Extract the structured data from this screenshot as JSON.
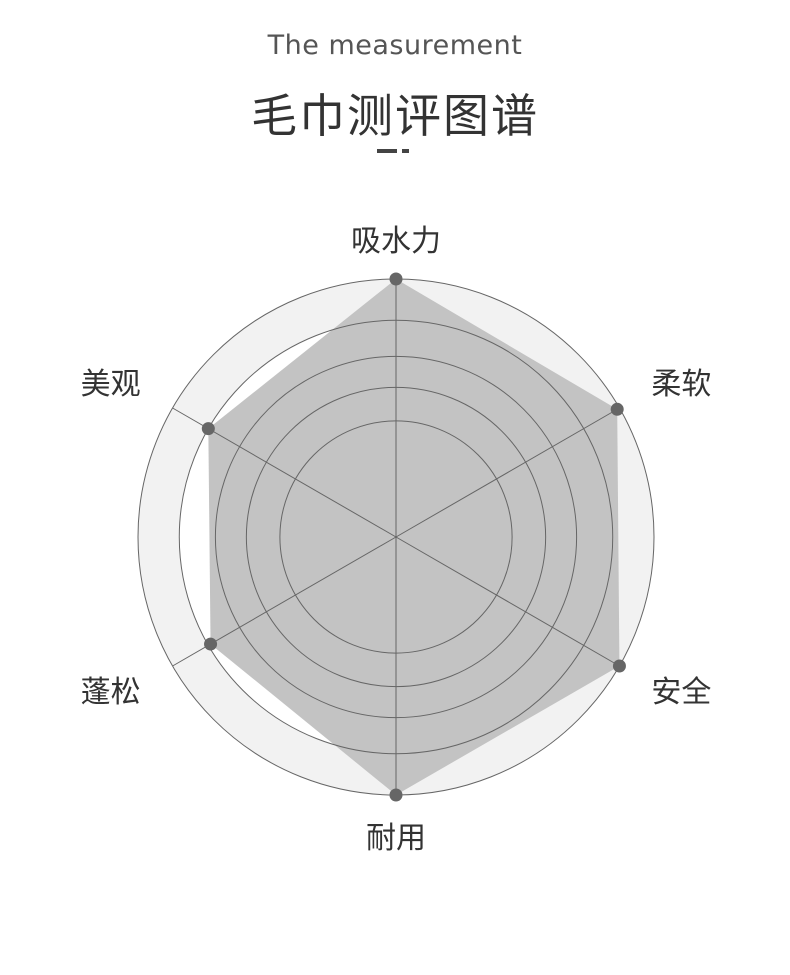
{
  "header": {
    "subtitle": "The measurement",
    "title": "毛巾测评图谱"
  },
  "chart_data": {
    "type": "radar",
    "title": "毛巾测评图谱",
    "categories": [
      "吸水力",
      "柔软",
      "安全",
      "耐用",
      "蓬松",
      "美观"
    ],
    "values": [
      100,
      99,
      100,
      100,
      83,
      84
    ],
    "range": [
      0,
      100
    ],
    "rings": [
      45,
      58,
      70,
      84,
      100
    ],
    "colors": {
      "fill": "#c3c3c3",
      "outer_band": "#f2f2f2",
      "line": "#666666",
      "dot": "#666666",
      "text": "#333333"
    }
  }
}
